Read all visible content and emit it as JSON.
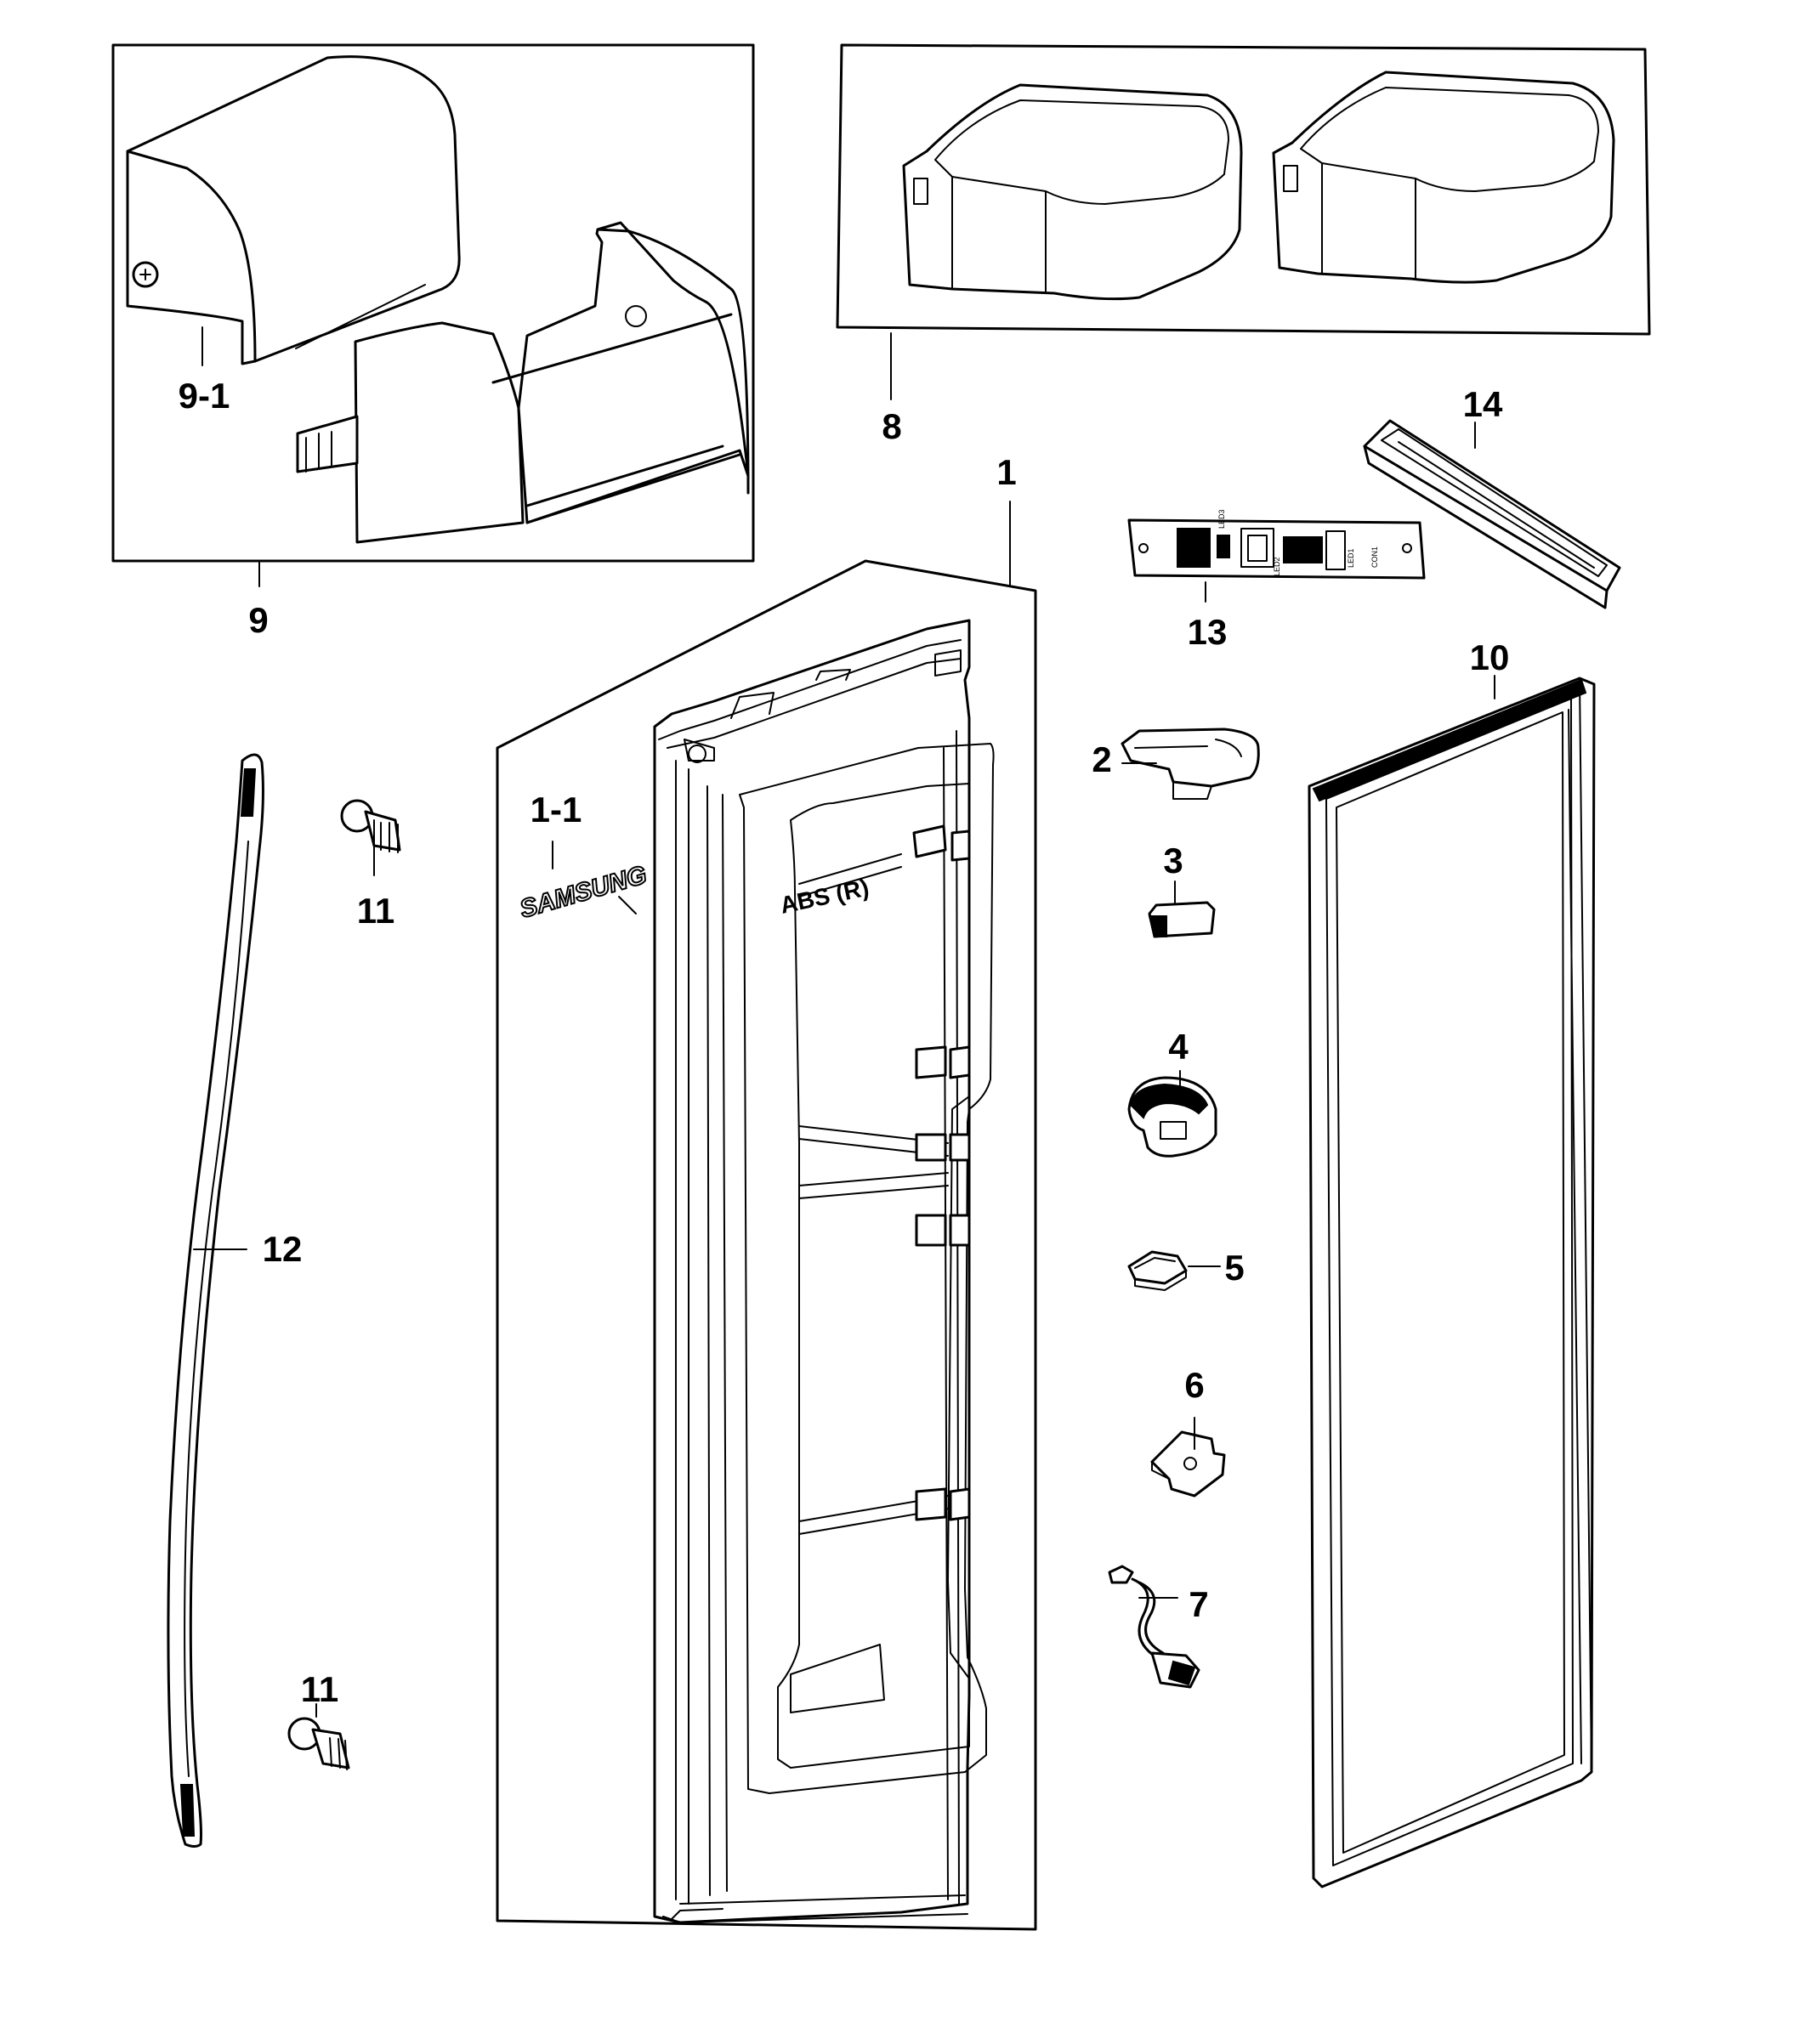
{
  "diagram": {
    "callouts": {
      "c1": "1",
      "c1_1": "1-1",
      "c2": "2",
      "c3": "3",
      "c4": "4",
      "c5": "5",
      "c6": "6",
      "c7": "7",
      "c8": "8",
      "c9": "9",
      "c9_1": "9-1",
      "c10": "10",
      "c11_top": "11",
      "c11_bottom": "11",
      "c12": "12",
      "c13": "13",
      "c14": "14"
    },
    "markings": {
      "door_logo": "SAMSUNG",
      "door_liner_mark": "ABS (R)",
      "pcb_led_marks": [
        "LED3",
        "LED2",
        "LED1",
        "CON1"
      ]
    }
  }
}
